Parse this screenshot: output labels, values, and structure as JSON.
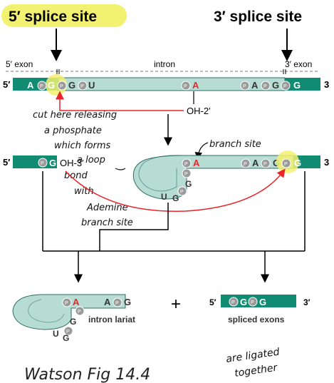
{
  "header": {
    "splice5_label": "5′ splice site",
    "splice3_label": "3′ splice site",
    "exon5_label": "5′ exon",
    "intron_label": "intron",
    "exon3_label": "3′ exon"
  },
  "strand": {
    "end5": "5′",
    "end3": "3",
    "g_5exon": "G",
    "a_5exon": "A",
    "g_intron": "G",
    "u_intron": "U",
    "branch_a": "A",
    "a_3region": "A",
    "g_3region": "G",
    "g_3exon": "G",
    "phosphate": "P",
    "oh2_label": "OH-2′"
  },
  "step2": {
    "end5": "5′",
    "end3": "3",
    "g_exon": "G",
    "oh3_label": "OH-3′",
    "branch_a": "A",
    "a_3region": "A",
    "g_3region": "G",
    "g_3exon": "G",
    "loop_g1": "G",
    "loop_g2": "G",
    "loop_u": "U"
  },
  "handwritten": {
    "cut_note": [
      "cut here releasing",
      "a phosphate",
      "which forms",
      "a loop",
      "bond",
      "with",
      "Ademine",
      "branch site"
    ],
    "branch_note": "branch site",
    "ligated_note": [
      "are ligated",
      "together"
    ],
    "watson": "Watson Fig 14.4"
  },
  "products": {
    "lariat_a": "A",
    "lariat_a2": "A",
    "lariat_g": "G",
    "lariat_g1": "G",
    "lariat_g2": "G",
    "lariat_u": "U",
    "lariat_label": "intron lariat",
    "plus": "+",
    "exons_end5": "5′",
    "exons_g1": "G",
    "exons_g2": "G",
    "exons_end3": "3′",
    "exons_label": "spliced exons"
  },
  "colors": {
    "exon": "#118c72",
    "intron": "#b7dcd4",
    "intron_stroke": "#2f6f62",
    "branch_red": "#e8262c",
    "highlight": "#f3f171",
    "phosphate": "#9a9a9a"
  }
}
